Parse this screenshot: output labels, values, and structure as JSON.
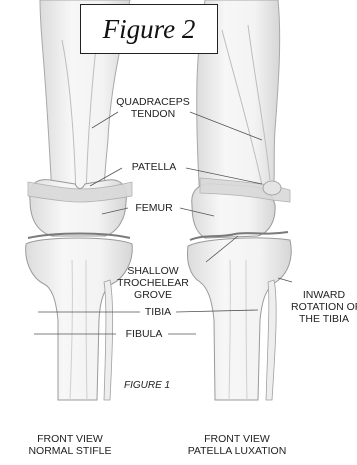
{
  "title": "Figure 2",
  "labels": {
    "quadriceps_tendon_line1": "QUADRACEPS",
    "quadriceps_tendon_line2": "TENDON",
    "patella": "PATELLA",
    "femur": "FEMUR",
    "shallow_groove_line1": "SHALLOW",
    "shallow_groove_line2": "TROCHELEAR",
    "shallow_groove_line3": "GROVE",
    "tibia": "TIBIA",
    "fibula": "FIBULA",
    "inward_rotation_line1": "INWARD",
    "inward_rotation_line2": "ROTATION OF",
    "inward_rotation_line3": "THE TIBIA"
  },
  "sub_figure_label": "FIGURE 1",
  "captions": {
    "left_line1": "FRONT VIEW",
    "left_line2": "NORMAL STIFLE",
    "right_line1": "FRONT VIEW",
    "right_line2": "PATELLA LUXATION"
  },
  "colors": {
    "bone_fill": "#f2f2f2",
    "bone_stroke": "#9a9a9a",
    "joint_band": "#d9d9d9",
    "leader_line": "#555555"
  }
}
